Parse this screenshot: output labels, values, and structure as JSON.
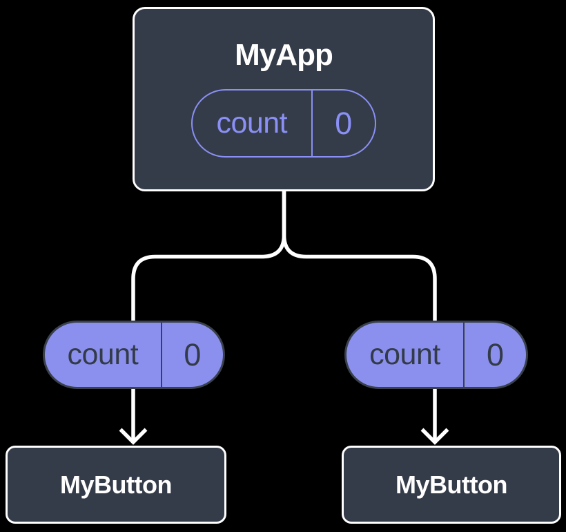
{
  "diagram": {
    "root": {
      "title": "MyApp",
      "state": {
        "name": "count",
        "value": "0"
      }
    },
    "children": [
      {
        "title": "MyButton",
        "prop": {
          "name": "count",
          "value": "0"
        }
      },
      {
        "title": "MyButton",
        "prop": {
          "name": "count",
          "value": "0"
        }
      }
    ]
  },
  "colors": {
    "background": "#000000",
    "box_fill": "#353C49",
    "box_border": "#FFFFFF",
    "purple_fill": "#8B90EF",
    "purple_line": "#8A90F5",
    "dark_text": "#333B48",
    "dark_border": "#3A414C",
    "connector": "#FFFFFF",
    "title_text": "#FFFFFF"
  }
}
